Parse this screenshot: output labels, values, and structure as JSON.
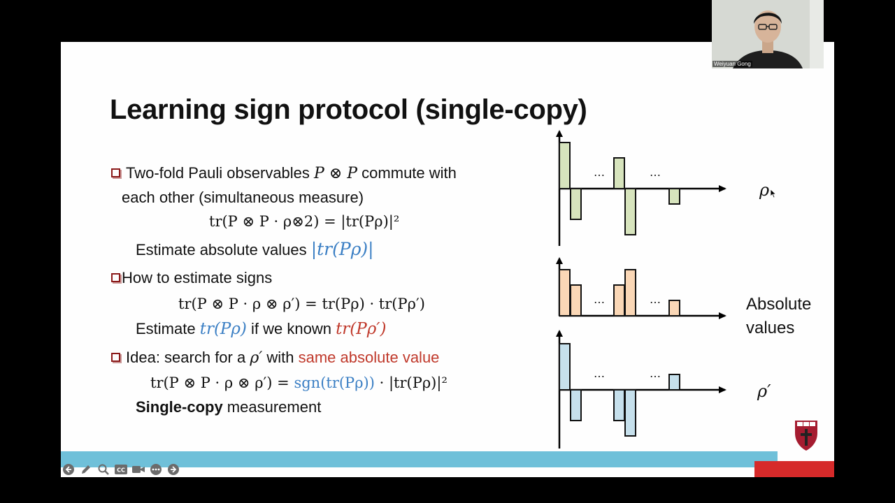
{
  "slide": {
    "title": "Learning sign protocol (single-copy)",
    "bullet1": {
      "text_a": "Two-fold Pauli observables ",
      "math_a": "P ⊗ P",
      "text_b": " commute with",
      "line2": "each other (simultaneous measure)",
      "formula": "tr(P ⊗ P · ρ⊗2) = |tr(Pρ)|²",
      "estimate_text": "Estimate absolute values ",
      "estimate_math": "|tr(Pρ)|"
    },
    "bullet2": {
      "text": "How to estimate signs",
      "formula": "tr(P ⊗ P · ρ ⊗ ρ′) = tr(Pρ) · tr(Pρ′)",
      "estimate_a": "Estimate ",
      "estimate_math1": "tr(Pρ)",
      "estimate_b": " if we known ",
      "estimate_math2": "tr(Pρ′)"
    },
    "bullet3": {
      "text_a": "Idea: search for a ",
      "math_a": "ρ′",
      "text_b": " with ",
      "highlight": "same absolute value",
      "formula_a": "tr(P ⊗ P · ρ ⊗ ρ′) = ",
      "formula_sgn": "sgn(tr(Pρ))",
      "formula_b": " · |tr(Pρ)|²",
      "single_bold": "Single-copy",
      "single_rest": " measurement"
    },
    "charts": {
      "label_top": "ρ",
      "label_middle": "Absolute values",
      "label_middle_line1": "Absolute",
      "label_middle_line2": "values",
      "label_bottom": "ρ′",
      "ellipsis": "…"
    }
  },
  "webcam": {
    "participant_name": "Weiyuan Gong"
  },
  "colors": {
    "green_bar": "#d7e4bd",
    "orange_bar": "#fad7b6",
    "blue_bar": "#c6e0ec",
    "accent_blue": "#3b7fc4",
    "accent_red": "#c0392b",
    "bottom_bar": "#6fc0d9",
    "red_bar": "#d62a2a"
  },
  "chart_data": [
    {
      "type": "bar",
      "series_label": "ρ",
      "values": [
        3,
        -2,
        2,
        -3,
        -1
      ],
      "categories": [
        "",
        "",
        "",
        "",
        ""
      ]
    },
    {
      "type": "bar",
      "series_label": "Absolute values",
      "values": [
        3,
        2,
        2,
        3,
        1
      ],
      "categories": [
        "",
        "",
        "",
        "",
        ""
      ]
    },
    {
      "type": "bar",
      "series_label": "ρ′",
      "values": [
        3,
        -2,
        -2,
        -3,
        1
      ],
      "categories": [
        "",
        "",
        "",
        "",
        ""
      ]
    }
  ],
  "controls": [
    "back-icon",
    "pen-icon",
    "zoom-icon",
    "cc-icon",
    "camera-icon",
    "more-icon",
    "forward-icon"
  ]
}
